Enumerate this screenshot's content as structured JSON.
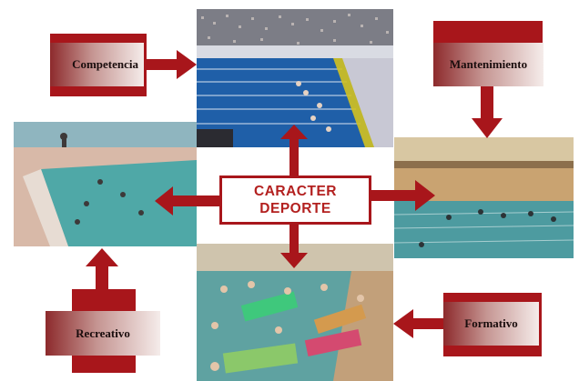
{
  "center": {
    "line1": "CARACTER",
    "line2": "DEPORTE"
  },
  "categories": {
    "competencia": "Competencia",
    "mantenimiento": "Mantenimiento",
    "recreativo": "Recreativo",
    "formativo": "Formativo"
  },
  "colors": {
    "accent": "#a8161b",
    "text_accent": "#b3201f",
    "water": "#2a6bb0"
  }
}
